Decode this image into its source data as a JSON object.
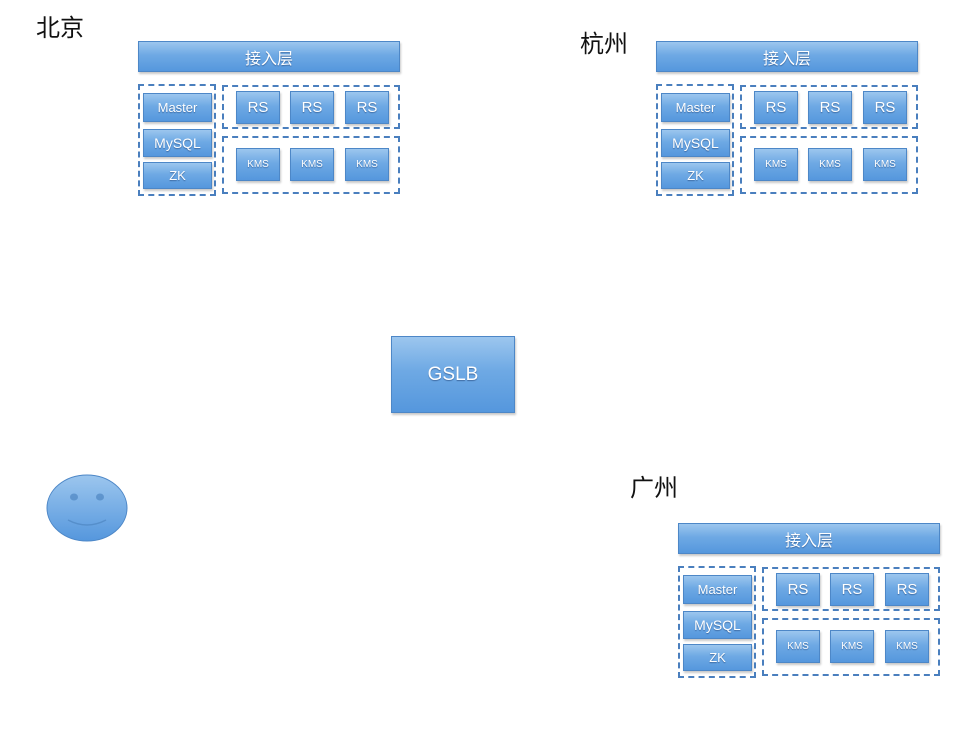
{
  "datacenters": [
    {
      "city": "北京",
      "access_layer": "接入层",
      "master": "Master",
      "mysql": "MySQL",
      "zk": "ZK",
      "rs": [
        "RS",
        "RS",
        "RS"
      ],
      "kms": [
        "KMS",
        "KMS",
        "KMS"
      ]
    },
    {
      "city": "杭州",
      "access_layer": "接入层",
      "master": "Master",
      "mysql": "MySQL",
      "zk": "ZK",
      "rs": [
        "RS",
        "RS",
        "RS"
      ],
      "kms": [
        "KMS",
        "KMS",
        "KMS"
      ]
    },
    {
      "city": "广州",
      "access_layer": "接入层",
      "master": "Master",
      "mysql": "MySQL",
      "zk": "ZK",
      "rs": [
        "RS",
        "RS",
        "RS"
      ],
      "kms": [
        "KMS",
        "KMS",
        "KMS"
      ]
    }
  ],
  "gslb": "GSLB",
  "icons": {
    "user": "smiley-face-icon"
  },
  "colors": {
    "box_fill": "#6ea9e4",
    "box_border": "#4d87c7",
    "dashed_border": "#4a7fbe",
    "smiley_fill": "#6fa9e3"
  }
}
